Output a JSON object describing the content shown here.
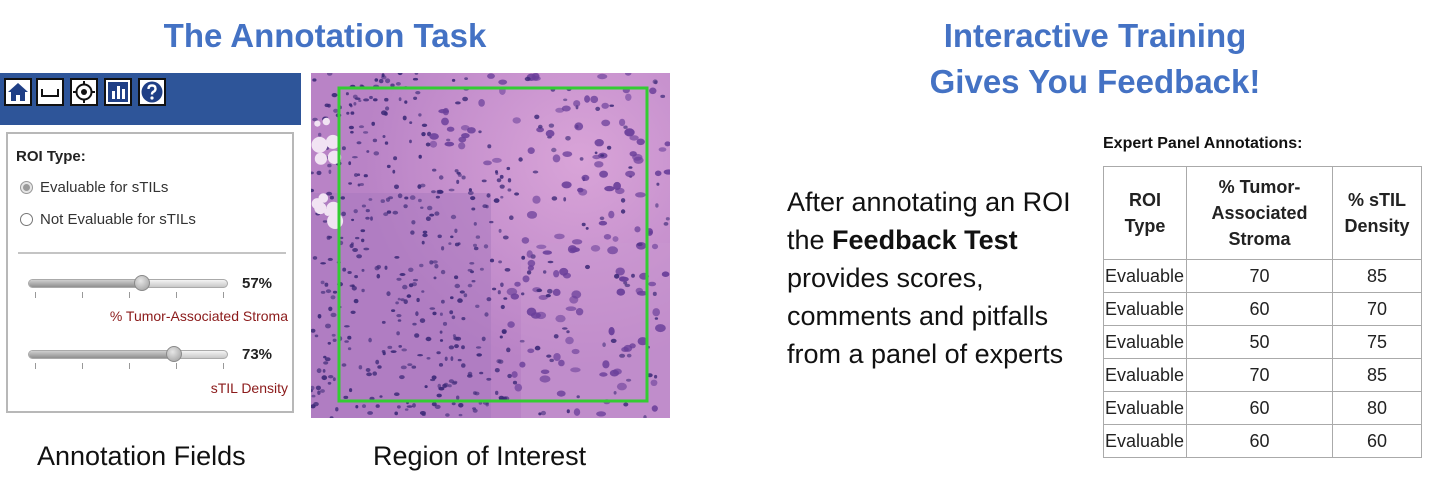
{
  "left_heading": "The Annotation Task",
  "right_heading": {
    "line1": "Interactive Training",
    "line2": "Gives You Feedback!"
  },
  "toolbar": {
    "icons": [
      "home-icon",
      "minimize-icon",
      "target-icon",
      "chart-icon",
      "help-icon"
    ]
  },
  "annotation_panel": {
    "roi_type_label": "ROI Type:",
    "options": [
      "Evaluable for sTILs",
      "Not Evaluable for sTILs"
    ],
    "selected_option": "Evaluable for sTILs",
    "sliders": [
      {
        "value": 0.57,
        "value_label": "57%",
        "label": "% Tumor-Associated Stroma"
      },
      {
        "value": 0.73,
        "value_label": "73%",
        "label": "sTIL Density"
      }
    ]
  },
  "captions": {
    "annotation_fields": "Annotation Fields",
    "region_of_interest": "Region of Interest"
  },
  "description": {
    "part1": "After annotating an ROI the ",
    "bold": "Feedback Test",
    "part2": " provides scores, comments and pitfalls from a panel of experts"
  },
  "table": {
    "title": "Expert Panel Annotations:",
    "headers": [
      [
        "ROI",
        "Type"
      ],
      [
        "% Tumor-",
        "Associated",
        "Stroma"
      ],
      [
        "% sTIL",
        "Density"
      ]
    ],
    "rows": [
      [
        "Evaluable",
        "70",
        "85"
      ],
      [
        "Evaluable",
        "60",
        "70"
      ],
      [
        "Evaluable",
        "50",
        "75"
      ],
      [
        "Evaluable",
        "70",
        "85"
      ],
      [
        "Evaluable",
        "60",
        "80"
      ],
      [
        "Evaluable",
        "60",
        "60"
      ]
    ]
  },
  "colors": {
    "heading": "#4472c4",
    "toolbar": "#2e5599",
    "roi_box": "#33cc33",
    "slider_label": "#8b1a1a"
  }
}
